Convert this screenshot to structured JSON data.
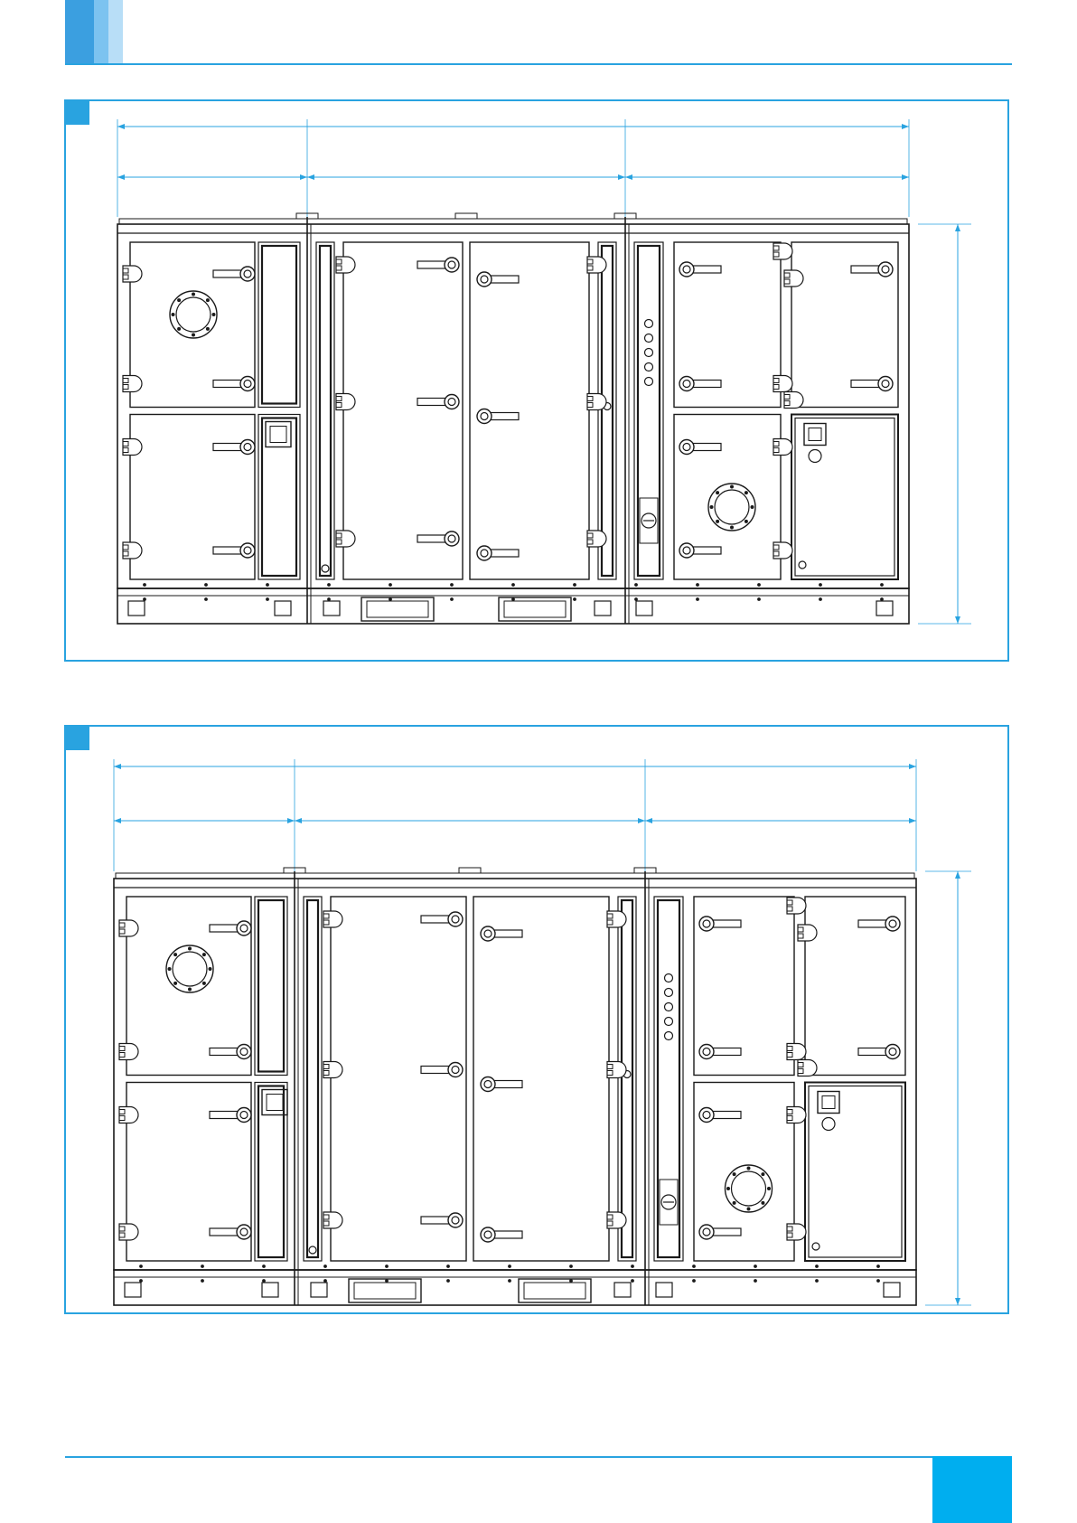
{
  "colors": {
    "accent": "#29a3e0",
    "tab_dark": "#3b9fe0",
    "tab_mid": "#7cc3f0",
    "tab_light": "#b8def7",
    "page_tab": "#00aeef",
    "line": "#1a1a1a"
  },
  "header": {
    "tabs": [
      "tab-dark",
      "tab-mid",
      "tab-light"
    ]
  },
  "figures": [
    {
      "name": "front-elevation-view-1",
      "modules": 3,
      "icons": [
        "circular-inspection-window",
        "control-panel",
        "door-handles",
        "hinges",
        "duct-flanges"
      ]
    },
    {
      "name": "front-elevation-view-2",
      "modules": 3,
      "icons": [
        "circular-inspection-window",
        "control-panel",
        "door-handles",
        "hinges",
        "duct-flanges"
      ]
    }
  ],
  "footer": {
    "page_tab": "page-number-tab"
  }
}
